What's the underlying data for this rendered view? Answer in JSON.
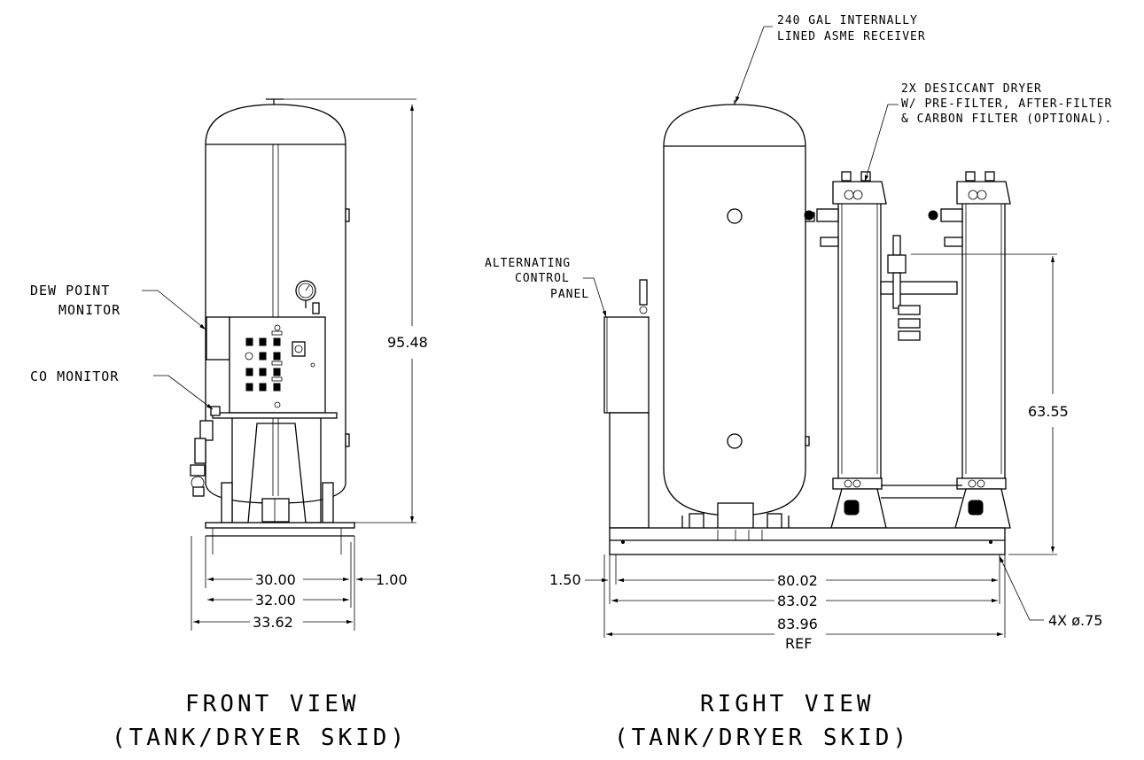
{
  "front": {
    "label_dew_1": "DEW POINT",
    "label_dew_2": "MONITOR",
    "label_co": "CO MONITOR",
    "dim_height": "95.48",
    "dim_30": "30.00",
    "dim_32": "32.00",
    "dim_3362": "33.62",
    "dim_1": "1.00",
    "title_1": "FRONT VIEW",
    "title_2": "(TANK/DRYER SKID)"
  },
  "right": {
    "receiver_1": "240 GAL INTERNALLY",
    "receiver_2": "LINED ASME RECEIVER",
    "dryer_1": "2X DESICCANT DRYER",
    "dryer_2": "W/ PRE-FILTER, AFTER-FILTER",
    "dryer_3": "& CARBON FILTER (OPTIONAL).",
    "panel_1": "ALTERNATING",
    "panel_2": "CONTROL",
    "panel_3": "PANEL",
    "dim_6355": "63.55",
    "dim_150": "1.50",
    "dim_8002": "80.02",
    "dim_8302": "83.02",
    "dim_8396": "83.96",
    "dim_ref": "REF",
    "dim_holes": "4X ø.75",
    "title_1": "RIGHT VIEW",
    "title_2": "(TANK/DRYER SKID)"
  }
}
